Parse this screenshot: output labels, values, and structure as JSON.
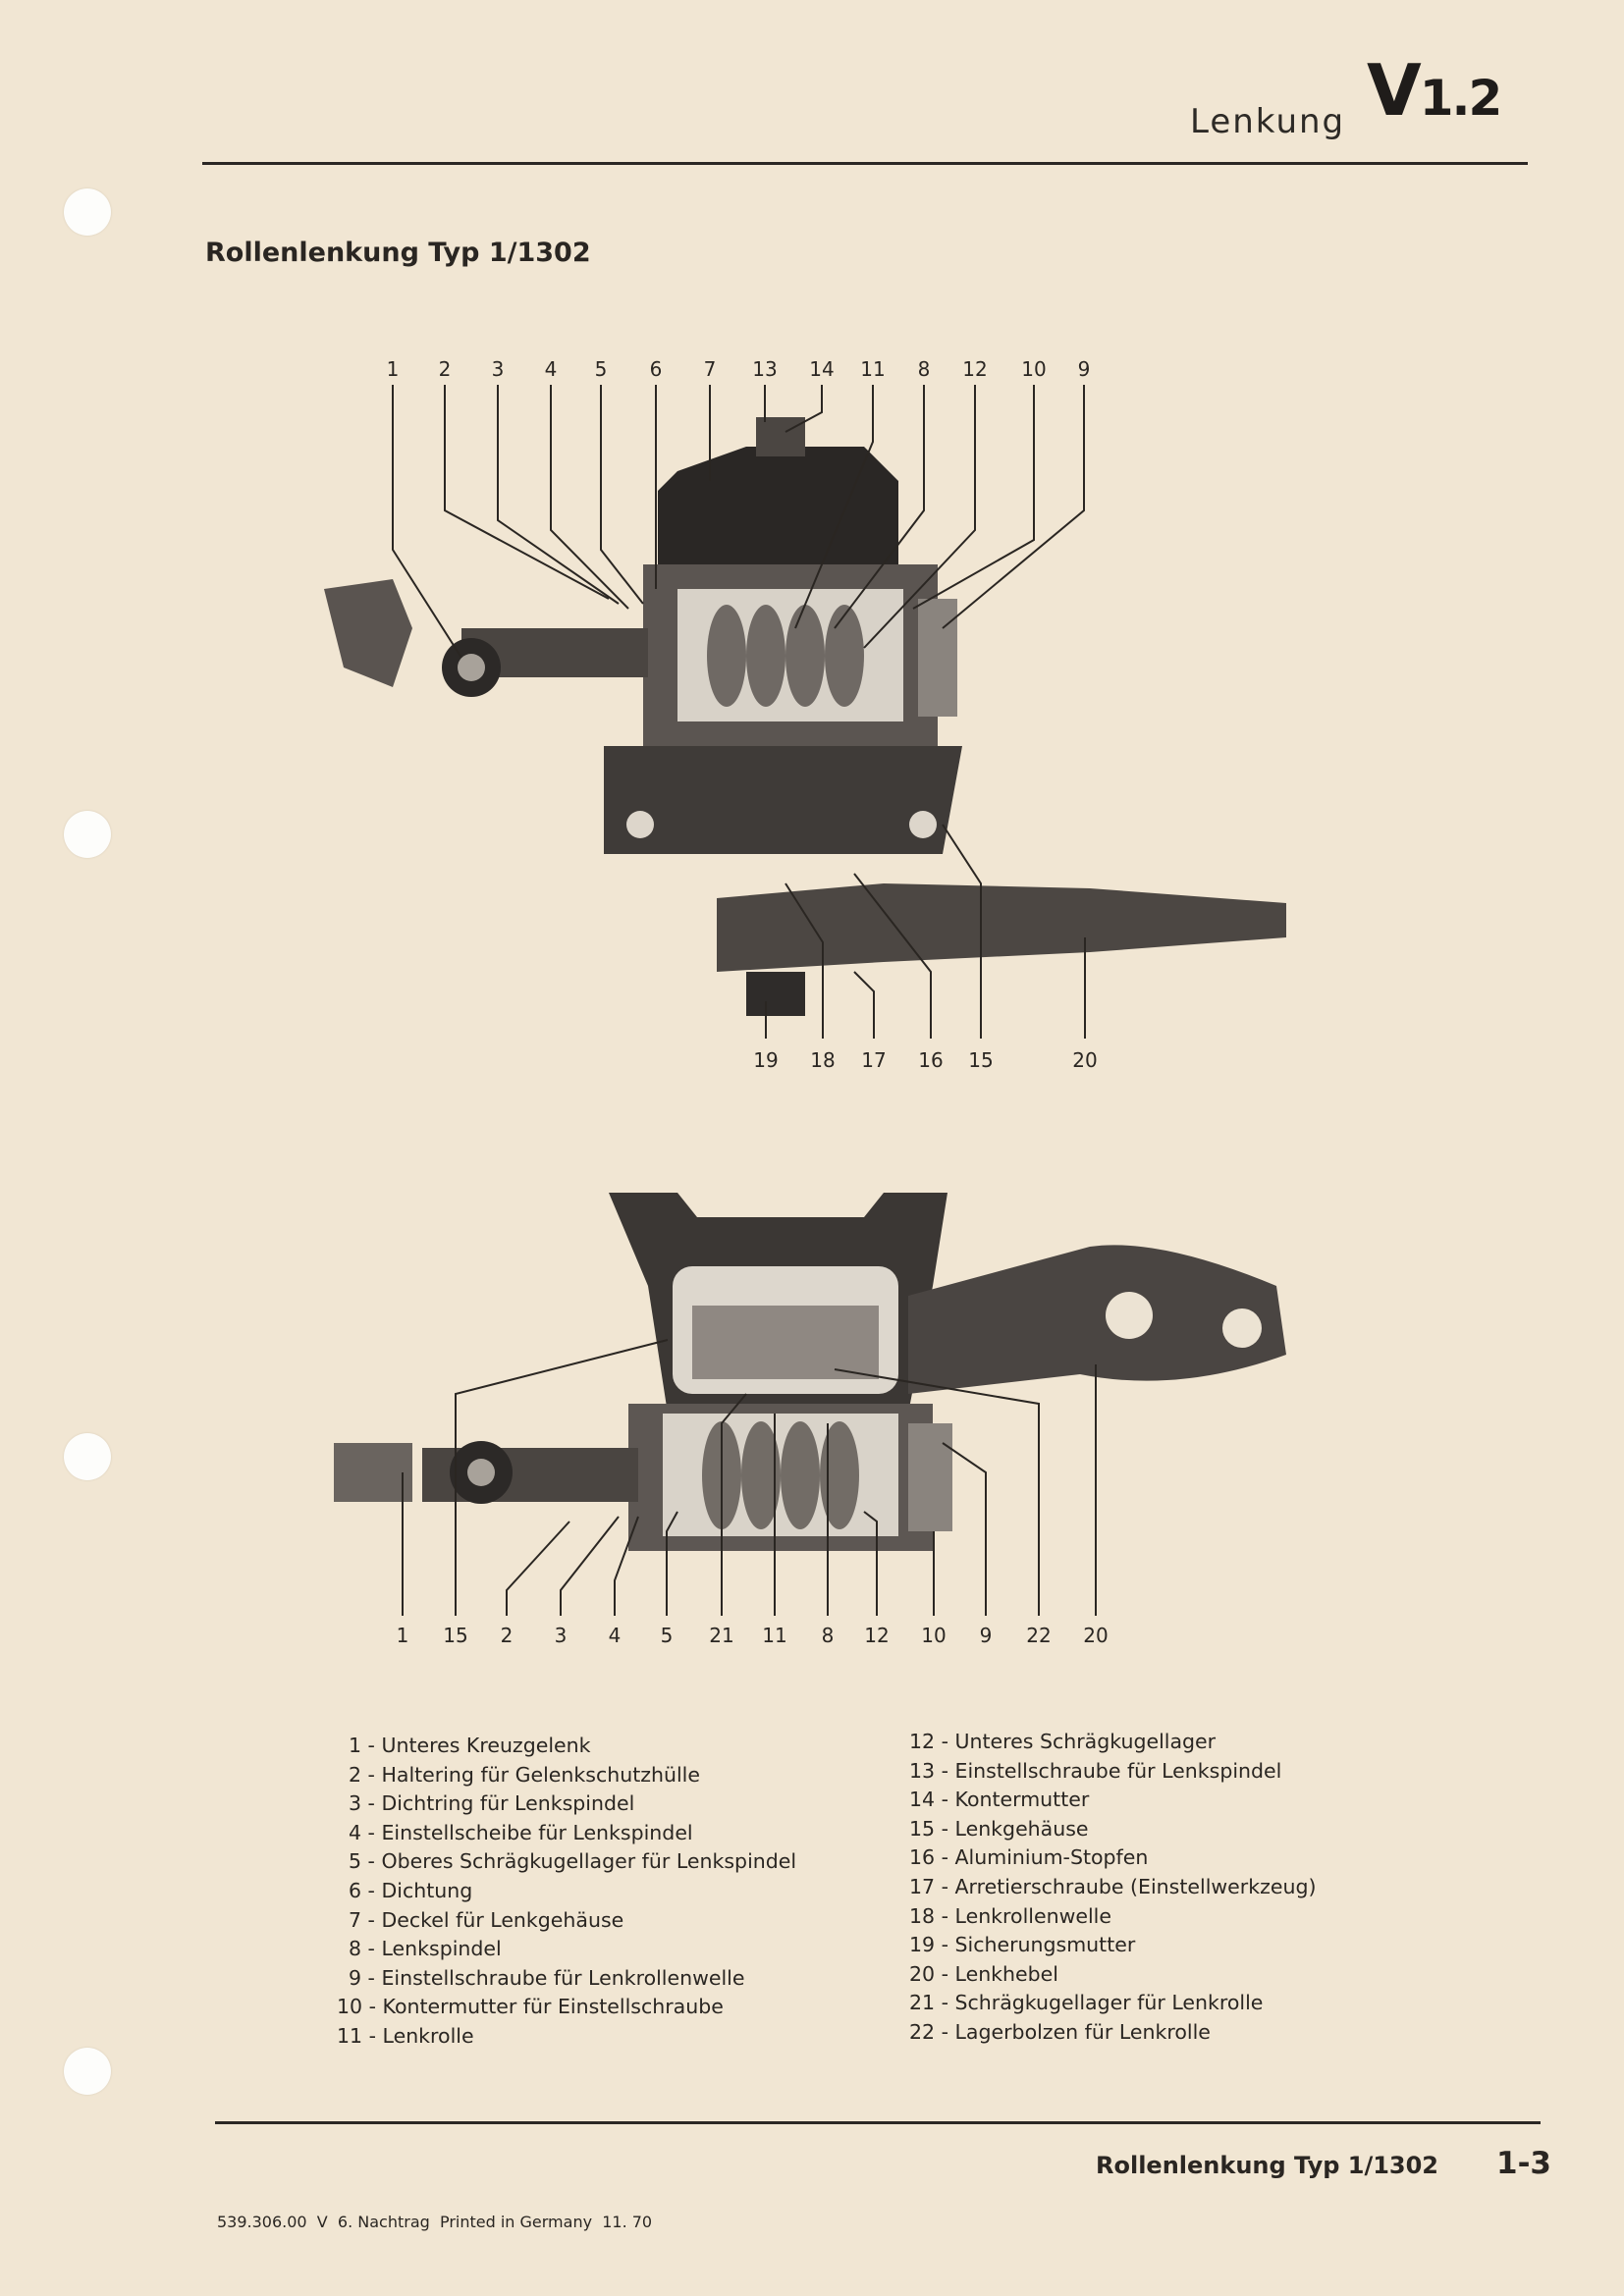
{
  "header": {
    "section": "Lenkung",
    "code_main": "V",
    "code_sub": "1.2"
  },
  "title": "Rollenlenkung Typ 1/1302",
  "figure_top": {
    "top_labels": [
      "1",
      "2",
      "3",
      "4",
      "5",
      "6",
      "7",
      "13",
      "14",
      "11",
      "8",
      "12",
      "10",
      "9"
    ],
    "bottom_labels": [
      "19",
      "18",
      "17",
      "16",
      "15",
      "20"
    ]
  },
  "figure_bottom": {
    "bottom_labels": [
      "1",
      "15",
      "2",
      "3",
      "4",
      "5",
      "21",
      "11",
      "8",
      "12",
      "10",
      "9",
      "22",
      "20"
    ]
  },
  "legend_left": [
    "1 - Unteres Kreuzgelenk",
    "2 - Haltering für Gelenkschutzhülle",
    "3 - Dichtring für Lenkspindel",
    "4 - Einstellscheibe für Lenkspindel",
    "5 - Oberes Schrägkugellager für Lenkspindel",
    "6 - Dichtung",
    "7 - Deckel für Lenkgehäuse",
    "8 - Lenkspindel",
    "9 - Einstellschraube für Lenkrollenwelle",
    "10 - Kontermutter für Einstellschraube",
    "11 - Lenkrolle"
  ],
  "legend_right": [
    "12 - Unteres Schrägkugellager",
    "13 - Einstellschraube für Lenkspindel",
    "14 - Kontermutter",
    "15 - Lenkgehäuse",
    "16 - Aluminium-Stopfen",
    "17 - Arretierschraube (Einstellwerkzeug)",
    "18 - Lenkrollenwelle",
    "19 - Sicherungsmutter",
    "20 - Lenkhebel",
    "21 - Schrägkugellager für Lenkrolle",
    "22 - Lagerbolzen für Lenkrolle"
  ],
  "footer": {
    "title": "Rollenlenkung Typ 1/1302",
    "page": "1-3",
    "print_info": "539.306.00  V  6. Nachtrag  Printed in Germany  11. 70"
  }
}
